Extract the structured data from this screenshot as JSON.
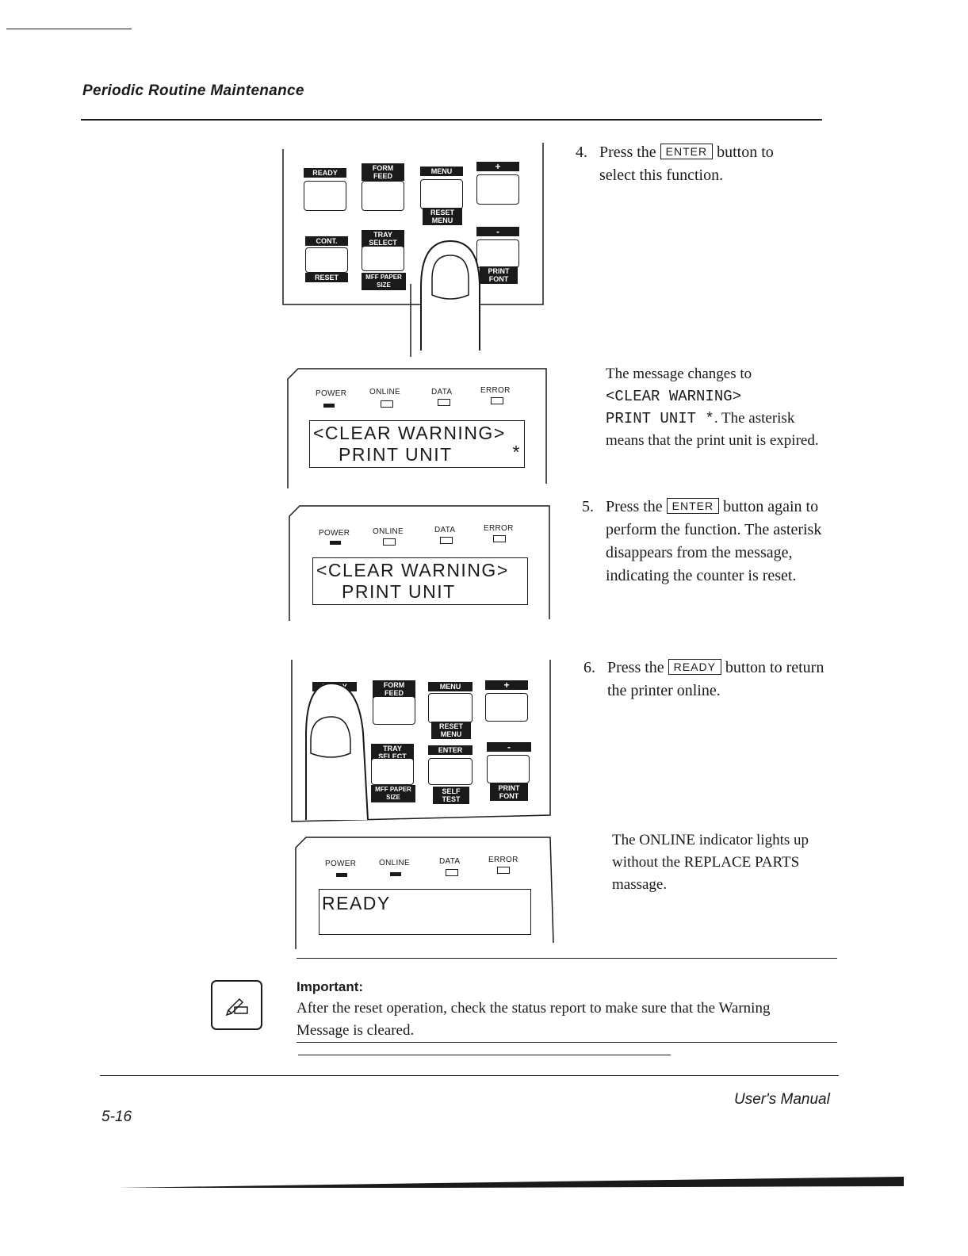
{
  "header": {
    "title": "Periodic Routine Maintenance"
  },
  "steps": [
    {
      "number": "4.",
      "before": "Press the",
      "button": "ENTER",
      "after": "button to select this function."
    },
    {
      "number": "5.",
      "before": "Press the",
      "button": "ENTER",
      "after": "button again to perform the function. The asterisk disappears from the message, indicating the counter is reset."
    },
    {
      "number": "6.",
      "before": "Press the",
      "button": "READY",
      "after": "button to return the printer online."
    }
  ],
  "notes": {
    "message_change": {
      "intro": "The message changes to",
      "line1": "<CLEAR WARNING>",
      "line2": "PRINT UNIT *",
      "after": ". The asterisk means that the print unit is expired."
    },
    "online": "The ONLINE indicator lights up without the REPLACE PARTS massage."
  },
  "keypad": {
    "ready": "READY",
    "form_feed": "FORM FEED",
    "menu": "MENU",
    "reset_menu": "RESET MENU",
    "plus": "+",
    "minus": "-",
    "cont": "CONT.",
    "reset": "RESET",
    "tray_select": "TRAY SELECT",
    "mff": "MFF",
    "paper_size": "PAPER SIZE",
    "enter": "ENTER",
    "self_test": "SELF TEST",
    "print_font": "PRINT FONT"
  },
  "indicators": {
    "power": "POWER",
    "online": "ONLINE",
    "data": "DATA",
    "error": "ERROR"
  },
  "lcd": {
    "panel1": {
      "line1": "<CLEAR WARNING>",
      "line2": "PRINT UNIT",
      "asterisk": "*"
    },
    "panel2": {
      "line1": "<CLEAR WARNING>",
      "line2": "PRINT UNIT"
    },
    "panel3": {
      "line1": "READY"
    }
  },
  "important": {
    "title": "Important:",
    "text": "After the reset operation, check the status report to make sure that the Warning Message is cleared."
  },
  "footer": {
    "page": "5-16",
    "manual": "User's Manual"
  }
}
